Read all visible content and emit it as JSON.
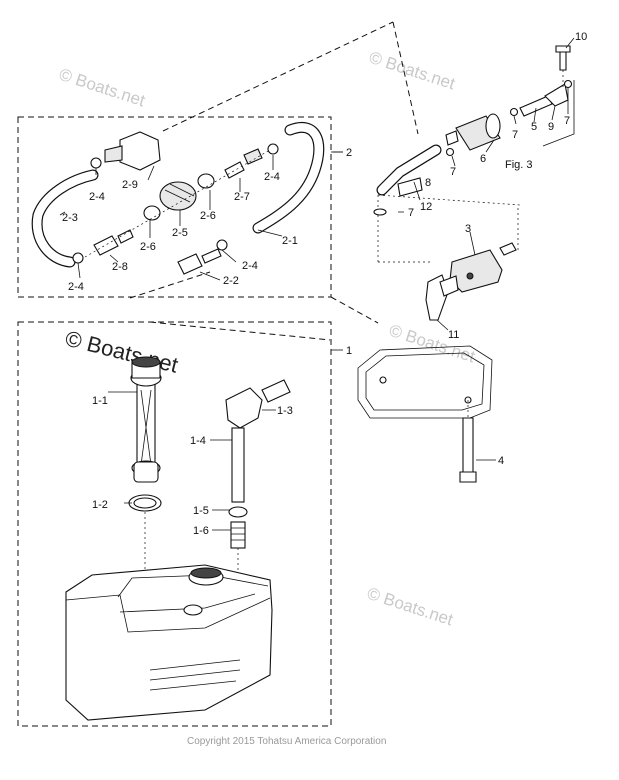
{
  "watermarks": {
    "top_left": "© Boats.net",
    "top_right": "© Boats.net",
    "tank_box": "© Boats.net",
    "right_mid": "© Boats.net",
    "bottom_right": "© Boats.net"
  },
  "copyright": "Copyright 2015 Tohatsu America Corporation",
  "figure_label": "Fig. 3",
  "callouts": {
    "c1": "1",
    "c1_1": "1-1",
    "c1_2": "1-2",
    "c1_3": "1-3",
    "c1_4": "1-4",
    "c1_5": "1-5",
    "c1_6": "1-6",
    "c2": "2",
    "c2_1": "2-1",
    "c2_2": "2-2",
    "c2_3": "2-3",
    "c2_4a": "2-4",
    "c2_4b": "2-4",
    "c2_4c": "2-4",
    "c2_4d": "2-4",
    "c2_5": "2-5",
    "c2_6a": "2-6",
    "c2_6b": "2-6",
    "c2_7": "2-7",
    "c2_8": "2-8",
    "c2_9": "2-9",
    "c3": "3",
    "c4": "4",
    "c5": "5",
    "c6": "6",
    "c7a": "7",
    "c7b": "7",
    "c7c": "7",
    "c7d": "7",
    "c8": "8",
    "c9": "9",
    "c10": "10",
    "c11": "11",
    "c12": "12"
  }
}
